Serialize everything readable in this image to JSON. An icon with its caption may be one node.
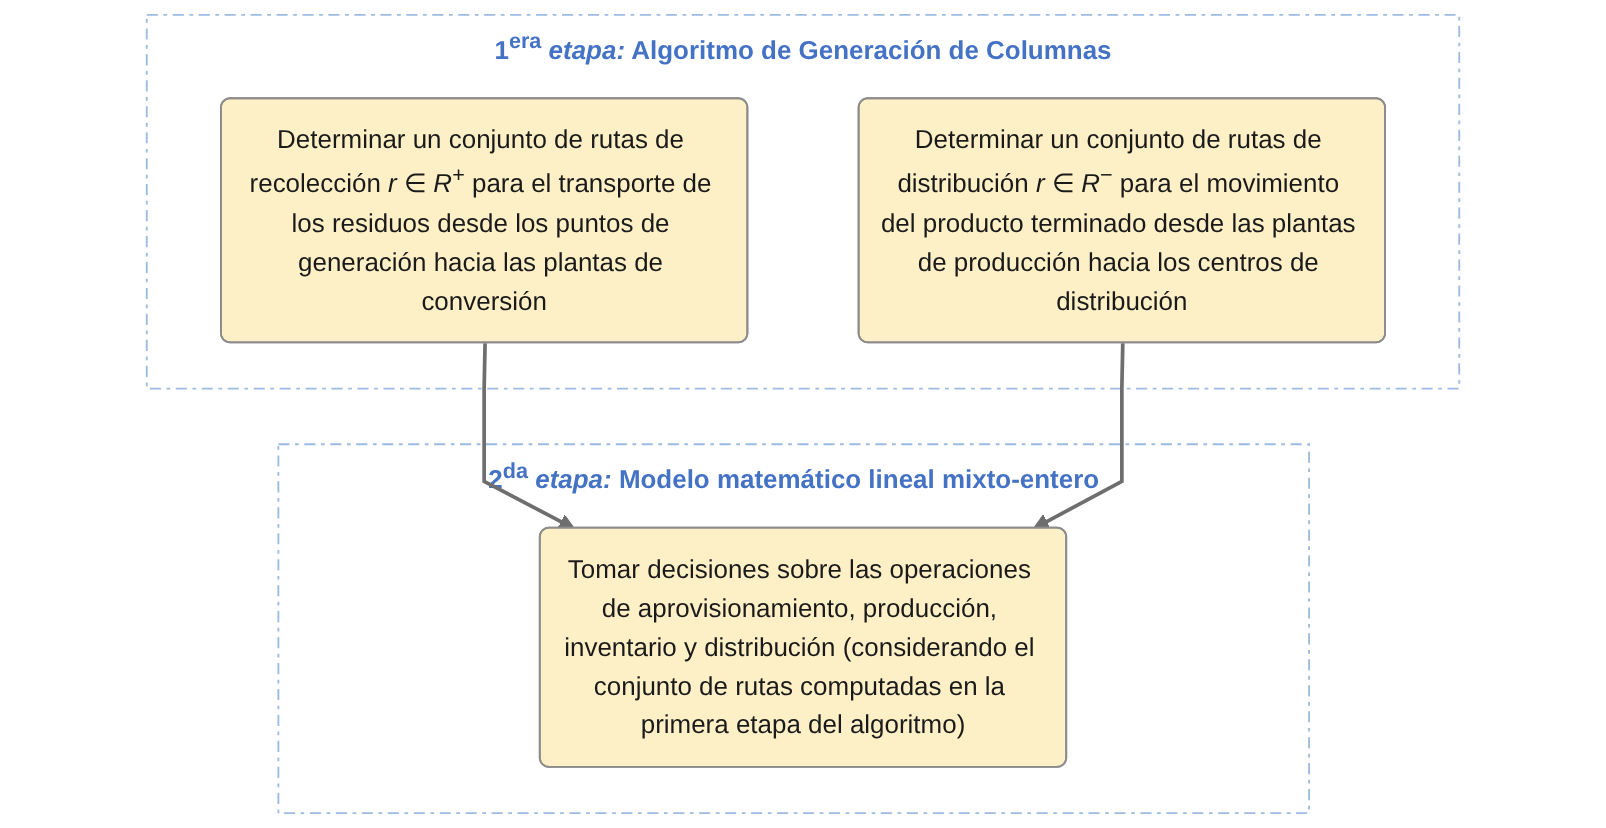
{
  "diagram": {
    "nodes": [
      {
        "text": [
          "1$^{era}$ *etapa:* Algoritmo de Generación de Columnas"
        ]
      },
      {
        "text": [
          "Determinar un conjunto de rutas de recolección *r* ∈ *R*$^{+}$ para el transporte de los residuos desde los puntos de generación hacia las plantas de conversión"
        ],
        "in": 0
      },
      {
        "text": [
          "Determinar un conjunto de rutas de distribución *r* ∈ *R*$^{−}$ para el movimiento del producto terminado desde las plantas de producción hacia los centros de distribución"
        ],
        "in": 0
      },
      {
        "text": [
          "2$^{da}$ *etapa:* Modelo matemático lineal mixto-entero"
        ]
      },
      {
        "text": [
          "Tomar decisiones sobre las operaciones de aprovisionamiento, producción, inventario y distribución (considerando el conjunto de rutas computadas en la primera etapa del algoritmo)"
        ],
        "in": 3
      }
    ],
    "edges": [
      {
        "from": 1,
        "to": 4,
        "arrow": "to"
      },
      {
        "from": 2,
        "to": 4,
        "arrow": "to"
      }
    ]
  }
}
